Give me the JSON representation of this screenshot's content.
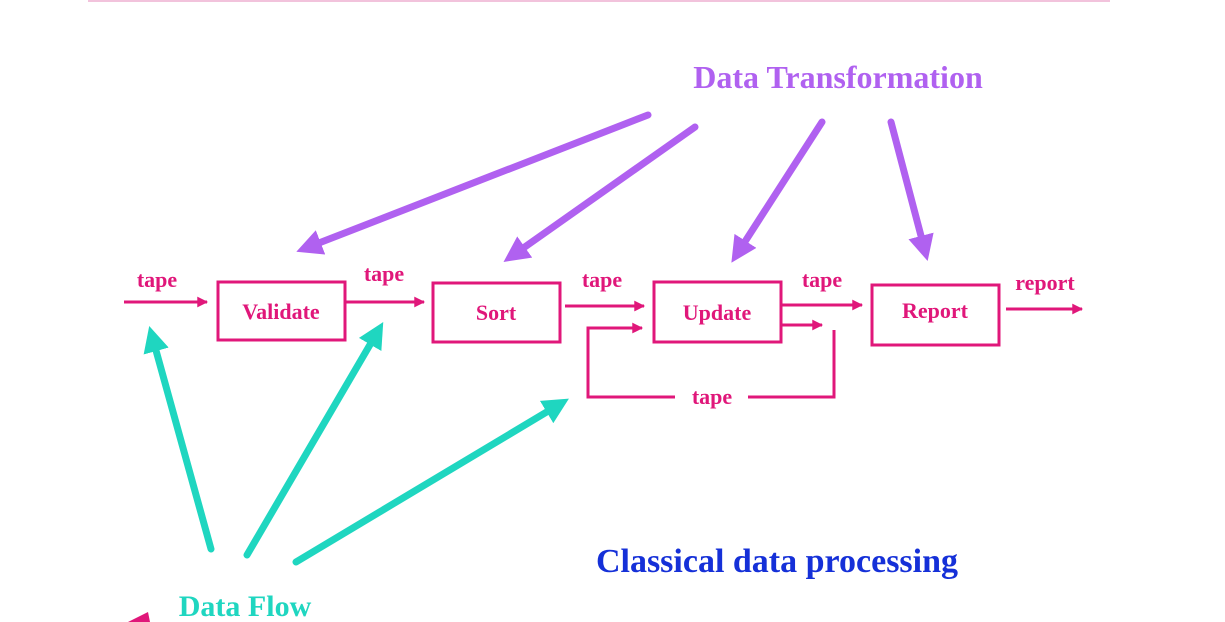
{
  "processes": [
    "Validate",
    "Sort",
    "Update",
    "Report"
  ],
  "flow_labels": {
    "in": "tape",
    "after_validate": "tape",
    "after_sort": "tape",
    "after_update": "tape",
    "loop": "tape",
    "out": "report"
  },
  "annotations": {
    "transformation": "Data Transformation",
    "flow": "Data Flow",
    "caption": "Classical data processing"
  },
  "colors": {
    "flow": "#e0177a",
    "transformation": "#b061f0",
    "data_flow": "#1fd6c0",
    "caption": "#1530d8"
  }
}
